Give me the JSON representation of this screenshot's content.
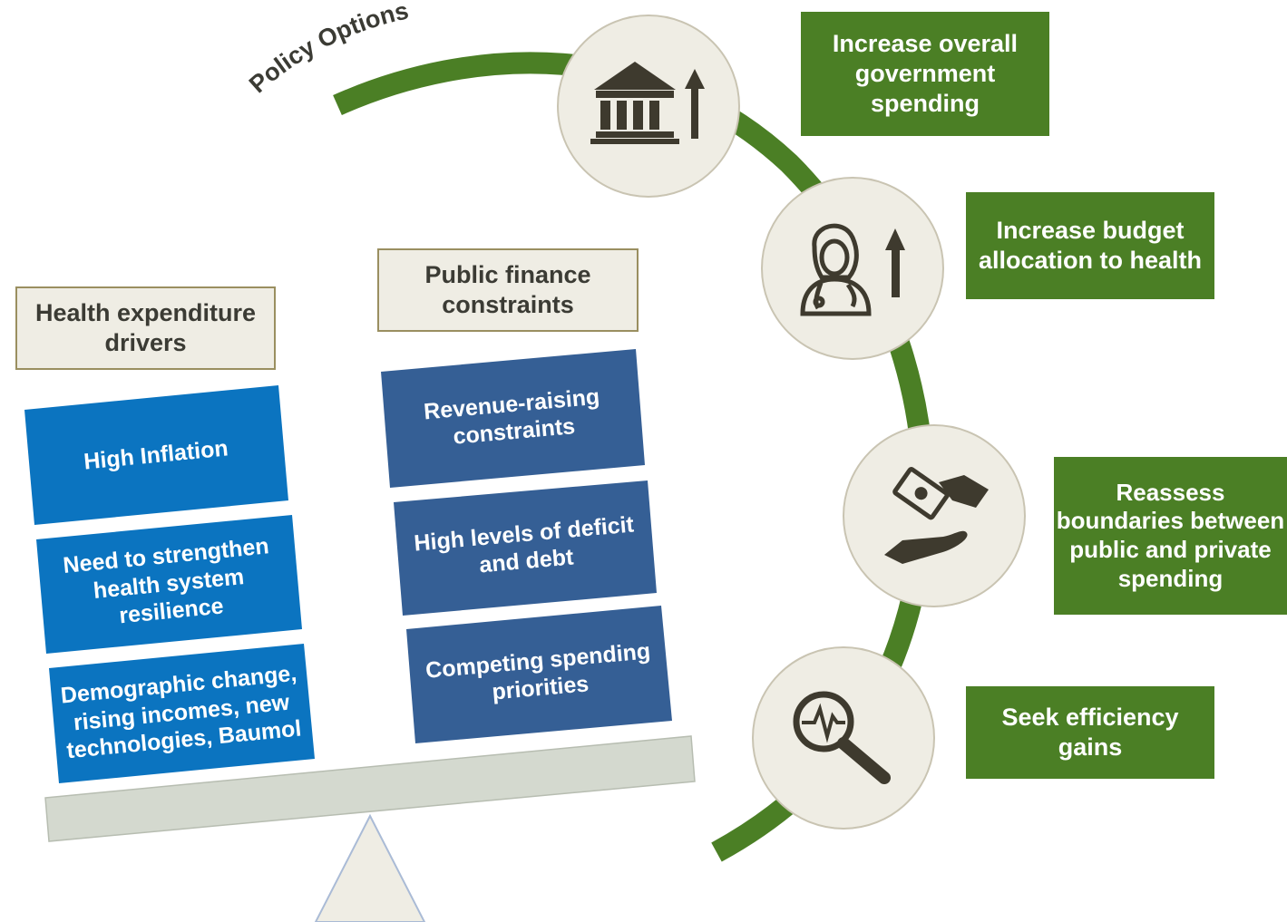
{
  "arc_title": "Policy Options",
  "headers": {
    "drivers": "Health expenditure\ndrivers",
    "constraints": "Public finance\nconstraints"
  },
  "drivers": [
    "High Inflation",
    "Need to strengthen\nhealth system resilience",
    "Demographic change,\nrising incomes, new\ntechnologies, Baumol"
  ],
  "constraints": [
    "Revenue-raising\nconstraints",
    "High levels of deficit\nand debt",
    "Competing spending\npriorities"
  ],
  "options": [
    {
      "label": "Increase overall\ngovernment\nspending",
      "icon": "government-building-up-arrow-icon"
    },
    {
      "label": "Increase budget\nallocation to health",
      "icon": "health-worker-up-arrow-icon"
    },
    {
      "label": "Reassess\nboundaries between\npublic and private\nspending",
      "icon": "money-hand-icon"
    },
    {
      "label": "Seek efficiency\ngains",
      "icon": "magnifier-pulse-icon"
    }
  ],
  "colors": {
    "arc_green": "#4b7f25",
    "option_box": "#4b7f25",
    "driver_blue": "#0b74c0",
    "constraint_blue": "#355f95",
    "header_cream": "#efede4",
    "circle_fill": "#efede4",
    "icon_dark": "#3e3a2e",
    "scale_beam": "#d4d9cf"
  }
}
